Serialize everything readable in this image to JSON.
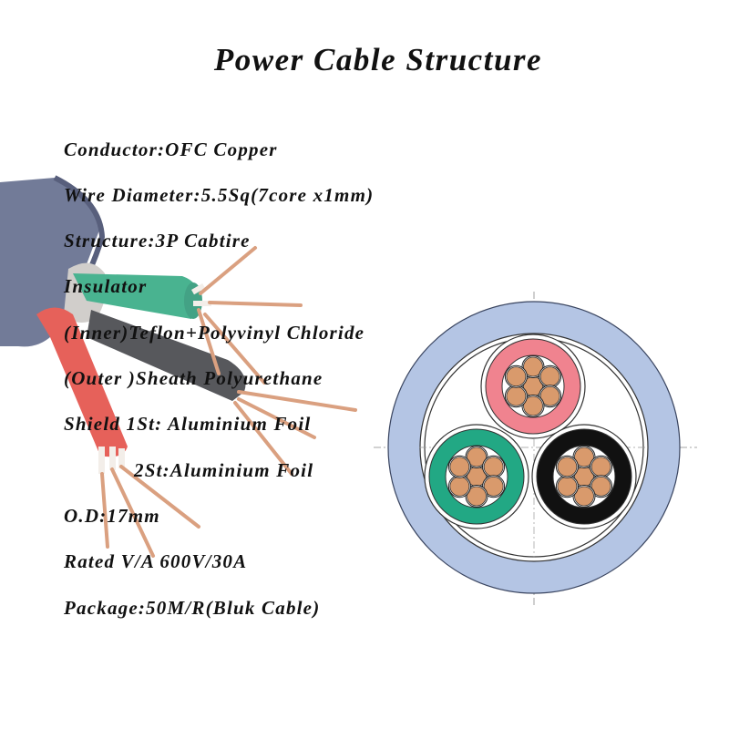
{
  "title": "Power Cable Structure",
  "specs": [
    {
      "text": "Conductor:OFC Copper"
    },
    {
      "text": "Wire Diameter:5.5Sq(7core x1mm)"
    },
    {
      "text": "Structure:3P Cabtire"
    },
    {
      "text": "Insulator"
    },
    {
      "text": "(Inner)Teflon+Polyvinyl Chloride"
    },
    {
      "text": "(Outer )Sheath Polyurethane"
    },
    {
      "text": "Shield 1St: Aluminium Foil"
    },
    {
      "text": "2St:Aluminium Foil"
    },
    {
      "text": "O.D:17mm"
    },
    {
      "text": "Rated V/A 600V/30A"
    },
    {
      "text": "Package:50M/R(Bluk Cable)"
    }
  ],
  "cross_section": {
    "outer_sheath_color": "#b4c5e4",
    "conductor_color": "#d99a6c",
    "strands_per_core": 7,
    "cores": [
      {
        "name": "pink",
        "color": "#f0838f"
      },
      {
        "name": "green",
        "color": "#22a884"
      },
      {
        "name": "black",
        "color": "#111111"
      }
    ]
  },
  "photo": {
    "sheath_color": "#5a6487",
    "wire_colors": {
      "green": "#2aa67d",
      "black": "#3a3b40",
      "red": "#e2463e",
      "copper": "#d4906a"
    }
  }
}
